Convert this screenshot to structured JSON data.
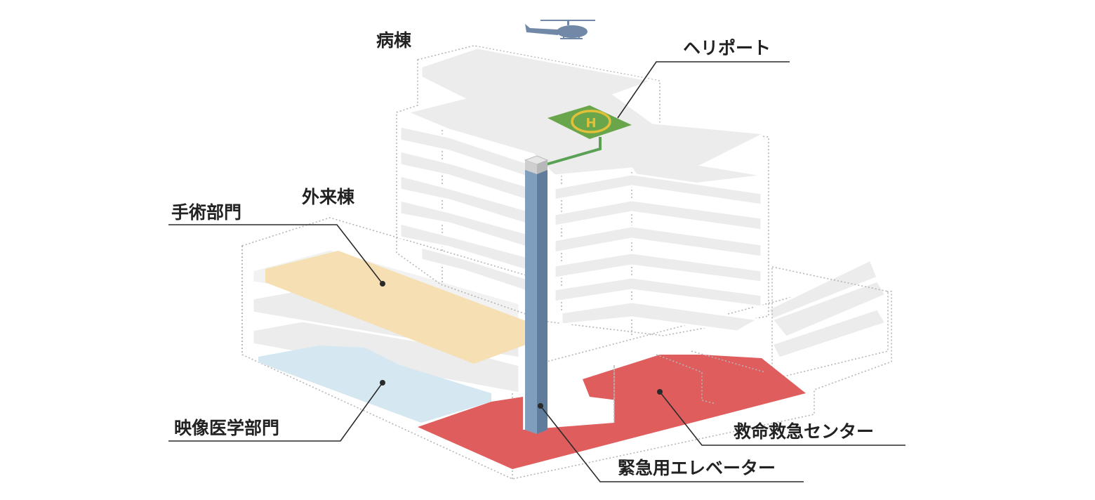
{
  "labels": {
    "ward": "病棟",
    "heliport": "ヘリポート",
    "outpatient": "外来棟",
    "surgery": "手術部門",
    "imaging": "映像医学部門",
    "emergency_center": "救命救急センター",
    "emergency_elevator": "緊急用エレベーター"
  },
  "icons": {
    "helicopter": "helicopter-icon",
    "helipad": "helipad-h-icon"
  },
  "colors": {
    "surgery": "#f5dfb3",
    "imaging": "#d5e7f1",
    "emergency": "#df5d5d",
    "heliport": "#69a54a",
    "heliport_mark": "#e2c03a",
    "elevator": "#7f9dbd",
    "elevator_dark": "#5f7c9d",
    "route": "#5aa055",
    "helicopter": "#7188a6"
  }
}
